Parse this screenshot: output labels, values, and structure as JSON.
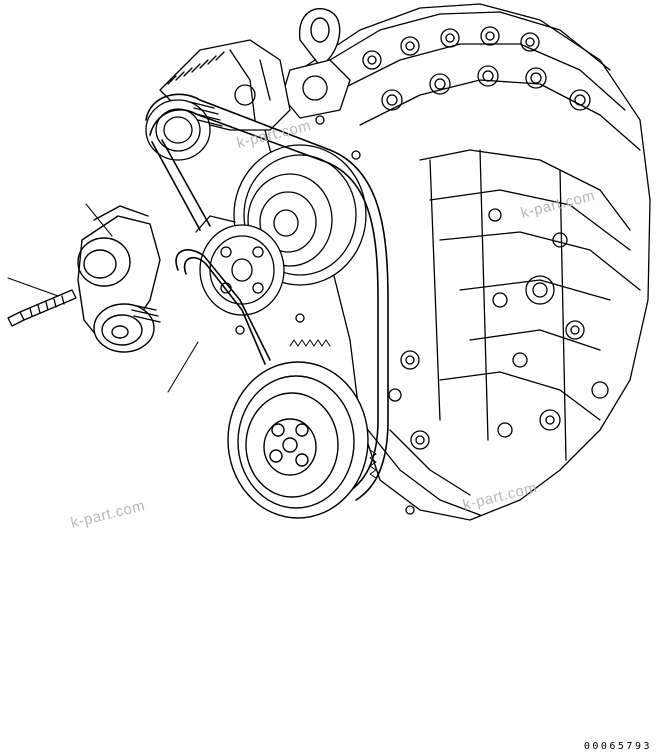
{
  "watermarks": [
    "k-part.com",
    "k-part.com",
    "k-part.com",
    "k-part.com"
  ],
  "figure_number": "00065793"
}
